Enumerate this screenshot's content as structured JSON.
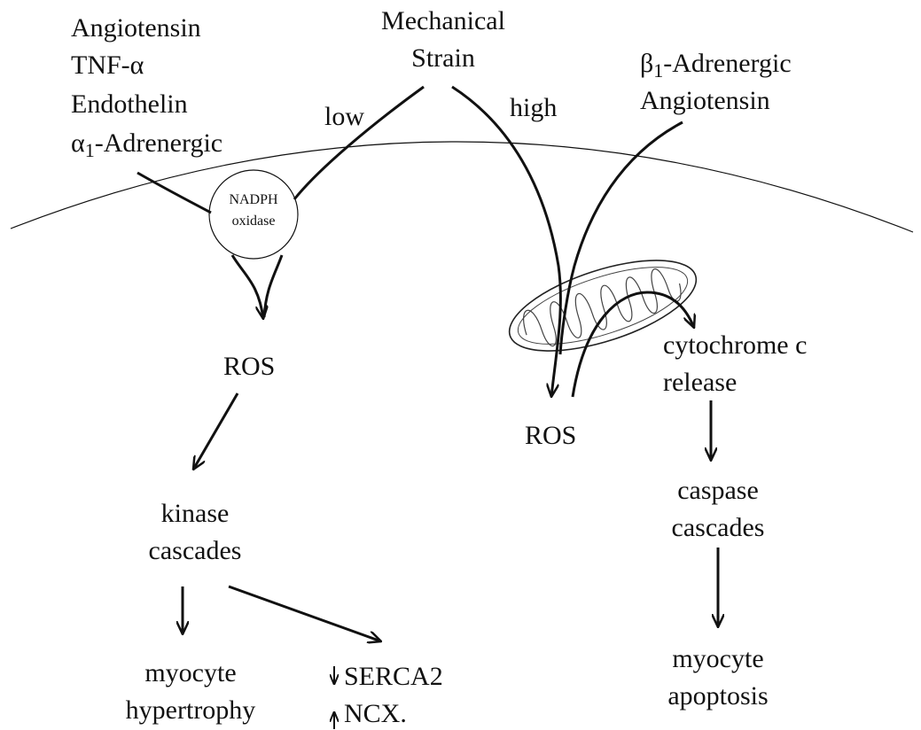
{
  "stimuli_left": {
    "line1": "Angiotensin",
    "line2": "TNF-α",
    "line3": "Endothelin",
    "line4_prefix": "α",
    "line4_sub": "1",
    "line4_suffix": "-Adrenergic"
  },
  "mechanical": {
    "line1": "Mechanical",
    "line2": "Strain"
  },
  "strain_low": "low",
  "strain_high": "high",
  "stimuli_right": {
    "line1_prefix": "β",
    "line1_sub": "1",
    "line1_suffix": "-Adrenergic",
    "line2": "Angiotensin"
  },
  "nadph": {
    "line1": "NADPH",
    "line2": "oxidase"
  },
  "ros_left": "ROS",
  "ros_right": "ROS",
  "kinase": {
    "line1": "kinase",
    "line2": "cascades"
  },
  "hypertrophy": {
    "line1": "myocyte",
    "line2": "hypertrophy"
  },
  "serca": {
    "line1": "SERCA2",
    "line2": "NCX."
  },
  "cytochrome": {
    "line1": "cytochrome c",
    "line2": "release"
  },
  "caspase": {
    "line1": "caspase",
    "line2": "cascades"
  },
  "apoptosis": {
    "line1": "myocyte",
    "line2": "apoptosis"
  },
  "colors": {
    "ink": "#111111",
    "background": "#ffffff"
  }
}
